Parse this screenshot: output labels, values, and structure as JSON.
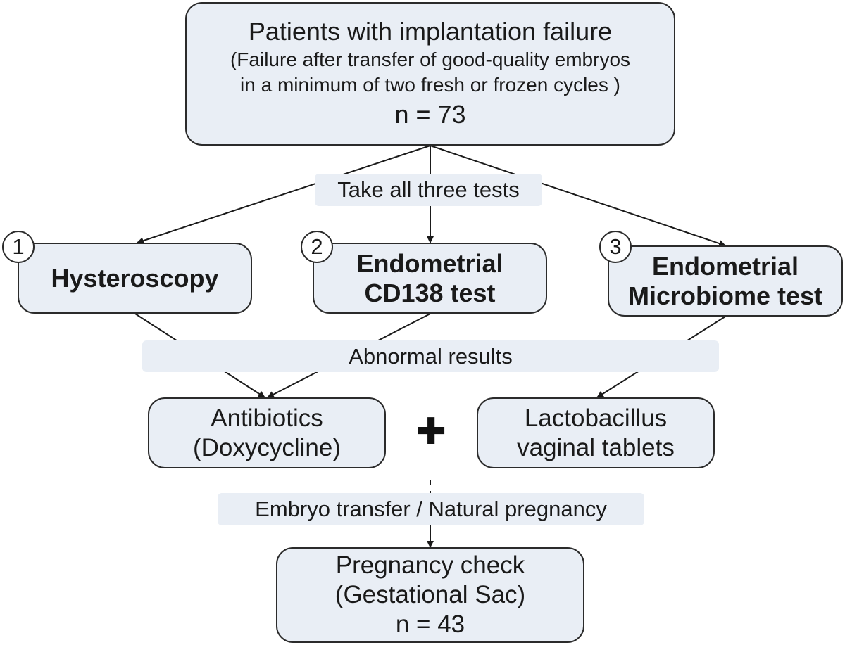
{
  "top": {
    "title": "Patients with implantation failure",
    "sub1": "(Failure after transfer of good-quality embryos",
    "sub2": "in a minimum of two fresh or frozen cycles )",
    "n": "n = 73"
  },
  "band_tests": "Take all three tests",
  "tests": [
    {
      "num": "1",
      "line1": "Hysteroscopy"
    },
    {
      "num": "2",
      "line1": "Endometrial",
      "line2": "CD138 test"
    },
    {
      "num": "3",
      "line1": "Endometrial",
      "line2": "Microbiome test"
    }
  ],
  "band_abnormal": "Abnormal results",
  "treatments": {
    "antibiotics": {
      "line1": "Antibiotics",
      "line2": "(Doxycycline)"
    },
    "plus_symbol": "✚",
    "lacto": {
      "line1": "Lactobacillus",
      "line2": "vaginal tablets"
    }
  },
  "band_transfer": "Embryo transfer / Natural pregnancy",
  "bottom": {
    "line1": "Pregnancy check",
    "line2": "(Gestational Sac)",
    "n": "n = 43"
  }
}
